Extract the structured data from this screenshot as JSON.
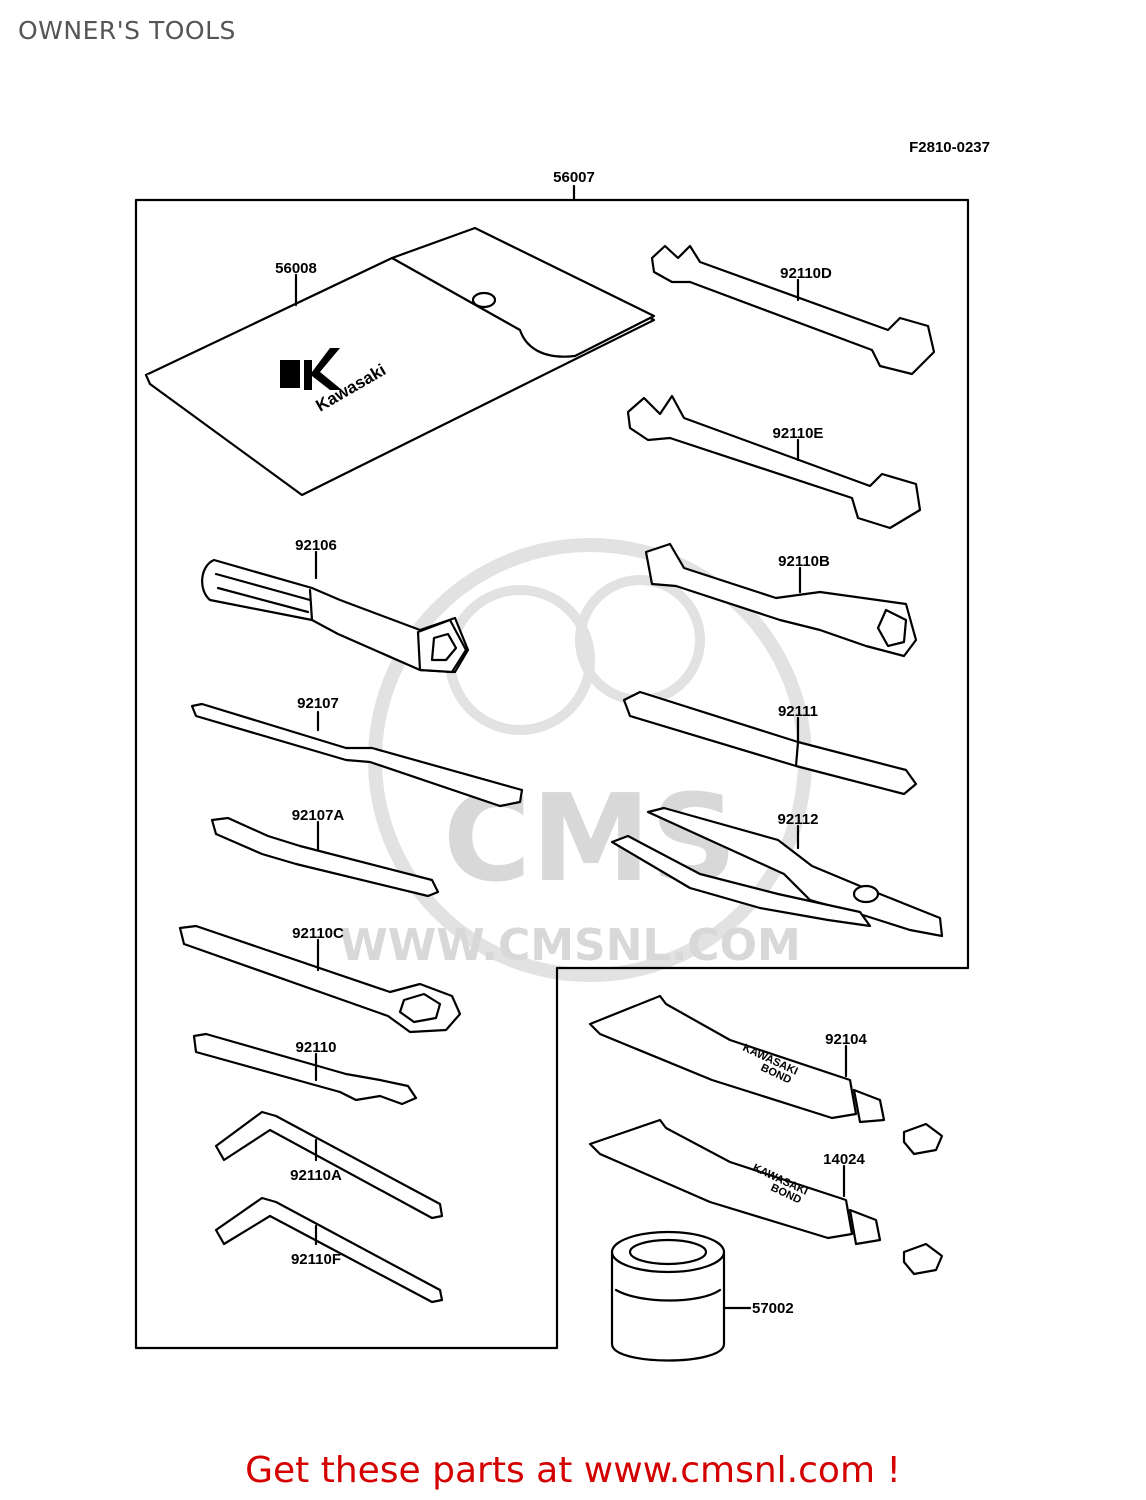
{
  "page": {
    "title": "OWNER'S TOOLS",
    "figure_code": "F2810-0237",
    "footer_link_text": "Get these parts at www.cmsnl.com !",
    "accent_color": "#d40000"
  },
  "watermark": {
    "url_text": "WWW.CMSNL.COM",
    "brand_text": "CMS"
  },
  "bag_print": "Kawasaki",
  "tube_print": [
    "KAWASAKI",
    "BOND"
  ],
  "parts": [
    {
      "id": "56007",
      "label": "56007"
    },
    {
      "id": "56008",
      "label": "56008"
    },
    {
      "id": "92110D",
      "label": "92110D"
    },
    {
      "id": "92110E",
      "label": "92110E"
    },
    {
      "id": "92106",
      "label": "92106"
    },
    {
      "id": "92110B",
      "label": "92110B"
    },
    {
      "id": "92107",
      "label": "92107"
    },
    {
      "id": "92111",
      "label": "92111"
    },
    {
      "id": "92107A",
      "label": "92107A"
    },
    {
      "id": "92112",
      "label": "92112"
    },
    {
      "id": "92110C",
      "label": "92110C"
    },
    {
      "id": "92104",
      "label": "92104"
    },
    {
      "id": "92110",
      "label": "92110"
    },
    {
      "id": "14024",
      "label": "14024"
    },
    {
      "id": "92110A",
      "label": "92110A"
    },
    {
      "id": "92110F",
      "label": "92110F"
    },
    {
      "id": "57002",
      "label": "57002"
    }
  ]
}
